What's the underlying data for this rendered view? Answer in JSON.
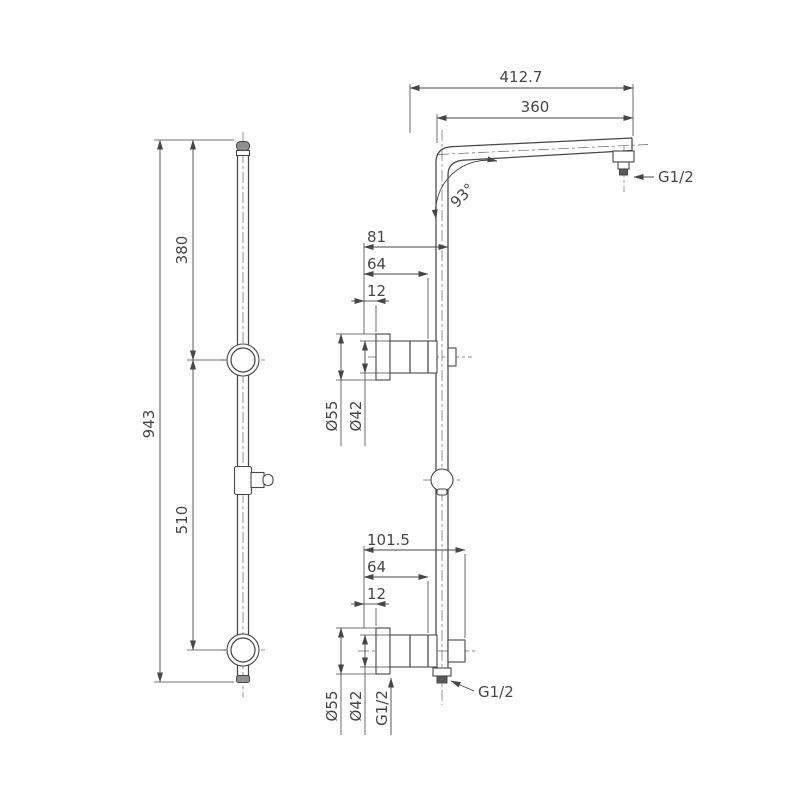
{
  "page": {
    "background": "#ffffff",
    "line_color": "#474747",
    "description": "Technical dimension drawing of shower column and slide rail"
  },
  "left_view": {
    "name": "slide-rail",
    "dim_overall": "943",
    "dim_upper": "380",
    "dim_lower": "510"
  },
  "right_view": {
    "name": "shower-column",
    "dim_total_reach": "412.7",
    "dim_arm": "360",
    "angle": "93°",
    "thread_arm": "G1/2",
    "upper_dims": [
      "81",
      "64",
      "12"
    ],
    "upper_diams": [
      "Ø55",
      "Ø42"
    ],
    "lower_dims": [
      "101.5",
      "64",
      "12"
    ],
    "lower_labels": [
      "Ø55",
      "Ø42",
      "G1/2"
    ],
    "thread_outlet": "G1/2"
  }
}
